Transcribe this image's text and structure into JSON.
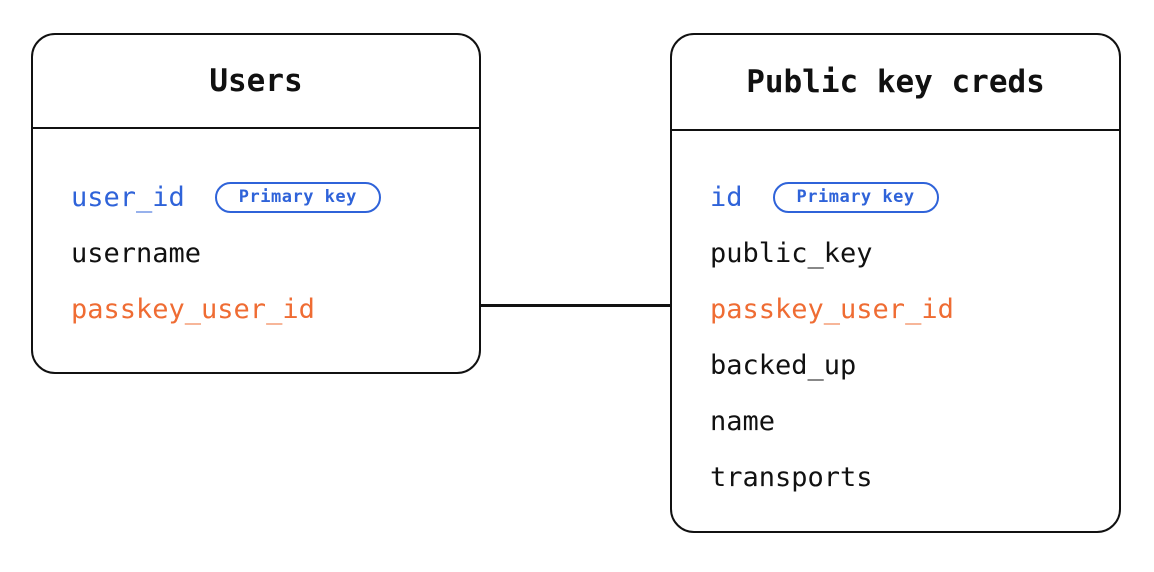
{
  "diagram": {
    "type": "entity-relationship-diagram",
    "background_color": "#ffffff",
    "colors": {
      "outline": "#111111",
      "text": "#111111",
      "primary_key": "#2f63d9",
      "foreign_key": "#ef6c33",
      "badge_border": "#2f63d9",
      "badge_text": "#2f63d9",
      "connector": "#111111"
    },
    "entities": [
      {
        "id": "users",
        "title": "Users",
        "fields": [
          {
            "name": "user_id",
            "role": "pk",
            "badge": "Primary key"
          },
          {
            "name": "username",
            "role": "plain",
            "badge": null
          },
          {
            "name": "passkey_user_id",
            "role": "fk",
            "badge": null
          }
        ]
      },
      {
        "id": "public-key-creds",
        "title": "Public key creds",
        "fields": [
          {
            "name": "id",
            "role": "pk",
            "badge": "Primary key"
          },
          {
            "name": "public_key",
            "role": "plain",
            "badge": null
          },
          {
            "name": "passkey_user_id",
            "role": "fk",
            "badge": null
          },
          {
            "name": "backed_up",
            "role": "plain",
            "badge": null
          },
          {
            "name": "name",
            "role": "plain",
            "badge": null
          },
          {
            "name": "transports",
            "role": "plain",
            "badge": null
          }
        ]
      }
    ],
    "relationships": [
      {
        "id": "users-to-public-key-creds",
        "from_entity": "users",
        "from_field": "passkey_user_id",
        "to_entity": "public-key-creds",
        "to_field": "passkey_user_id",
        "style": "solid-line"
      }
    ]
  }
}
